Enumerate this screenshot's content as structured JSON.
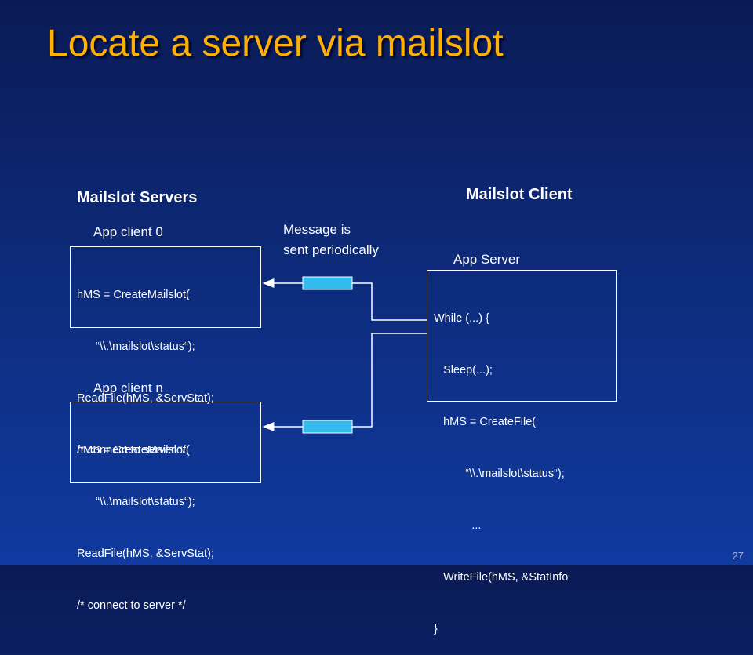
{
  "slide": {
    "title": "Locate a server via mailslot",
    "page_number": "27"
  },
  "servers": {
    "heading": "Mailslot Servers",
    "client0": {
      "label": "App client 0",
      "code": [
        "hMS = CreateMailslot(",
        "      “\\\\.\\mailslot\\status“);",
        "ReadFile(hMS, &ServStat);",
        "/* connect to server */"
      ]
    },
    "clientn": {
      "label": "App client n",
      "code": [
        "hMS = CreateMailslot(",
        "      “\\\\.\\mailslot\\status“);",
        "ReadFile(hMS, &ServStat);",
        "/* connect to server */"
      ]
    }
  },
  "client": {
    "heading": "Mailslot Client",
    "server": {
      "label": "App Server",
      "code": [
        "While (...) {",
        "   Sleep(...);",
        "   hMS = CreateFile(",
        "          “\\\\.\\mailslot\\status“);",
        "            ...",
        "   WriteFile(hMS, &StatInfo",
        "}"
      ]
    }
  },
  "message_note": {
    "line1": "Message is",
    "line2": "sent periodically"
  },
  "colors": {
    "title": "#ffb000",
    "message_box": "#33bbee"
  }
}
